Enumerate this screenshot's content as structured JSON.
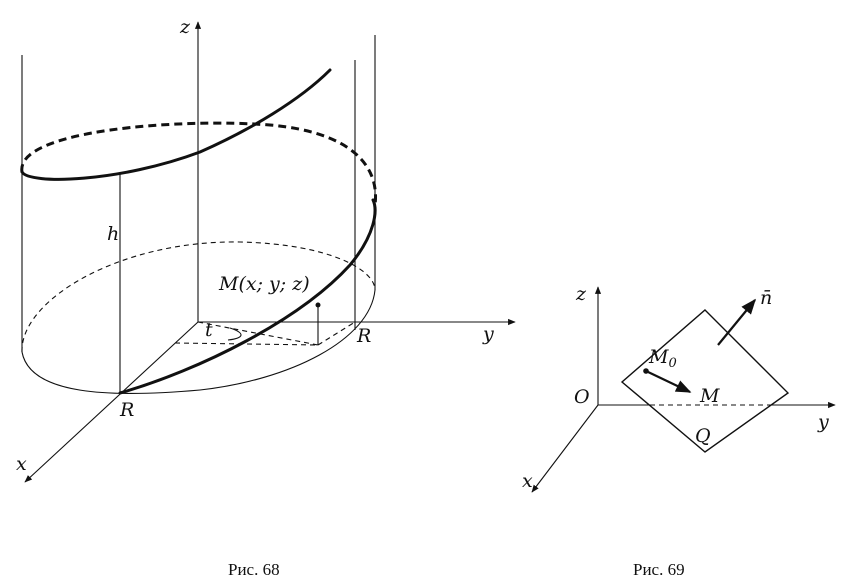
{
  "fig68": {
    "caption": "Рис. 68",
    "axis_z": "z",
    "axis_y": "y",
    "axis_x": "x",
    "label_h": "h",
    "label_t": "t",
    "label_R_x": "R",
    "label_R_y": "R",
    "point_label": "M(x; y; z)"
  },
  "fig69": {
    "caption": "Рис. 69",
    "axis_z": "z",
    "axis_y": "y",
    "axis_x": "x",
    "origin": "O",
    "normal": "n̄",
    "m0": "M",
    "m0_sub": "0",
    "m": "M",
    "plane": "Q"
  }
}
